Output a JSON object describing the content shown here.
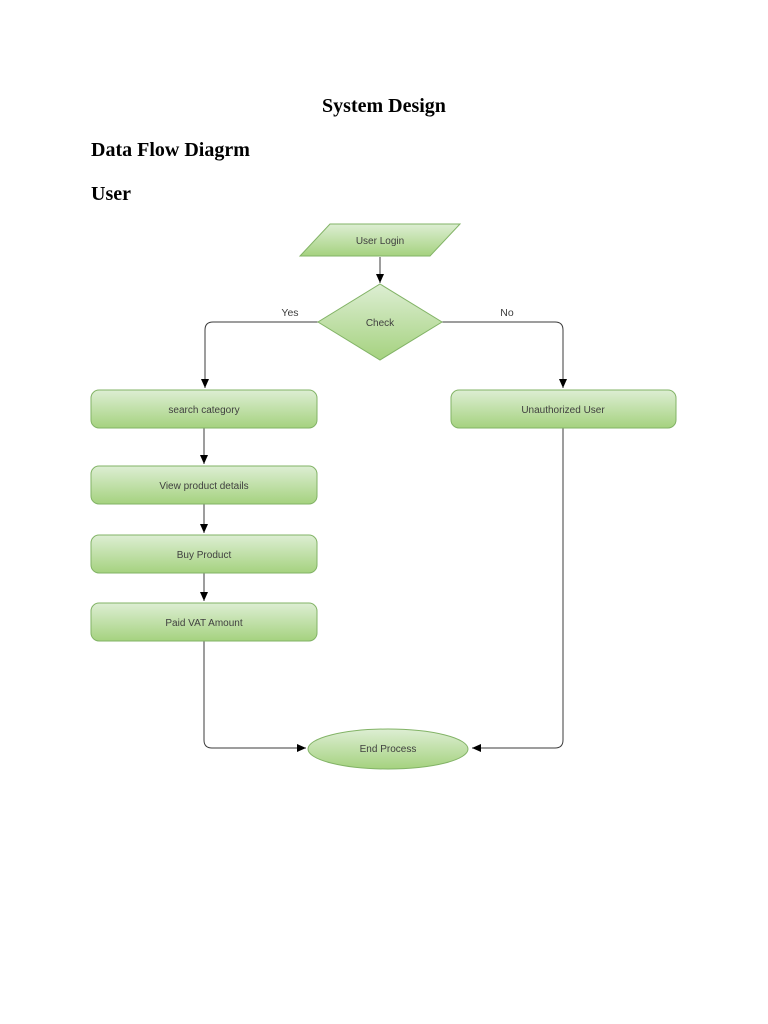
{
  "document": {
    "title": "System Design",
    "heading1": "Data Flow Diagrm",
    "heading2": "User"
  },
  "flowchart": {
    "type": "flowchart",
    "nodes": {
      "user_login": "User Login",
      "check": "Check",
      "search_category": "search category",
      "unauthorized_user": "Unauthorized User",
      "view_product_details": "View product details",
      "buy_product": "Buy Product",
      "paid_vat_amount": "Paid VAT Amount",
      "end_process": "End Process"
    },
    "edges": {
      "yes_label": "Yes",
      "no_label": "No"
    },
    "colors": {
      "node_fill_top": "#ddeed3",
      "node_fill_bottom": "#a5d27f",
      "node_stroke": "#82b366",
      "connector": "#3b3b3b",
      "arrow": "#000000",
      "label_text": "#3c3c3c"
    }
  }
}
